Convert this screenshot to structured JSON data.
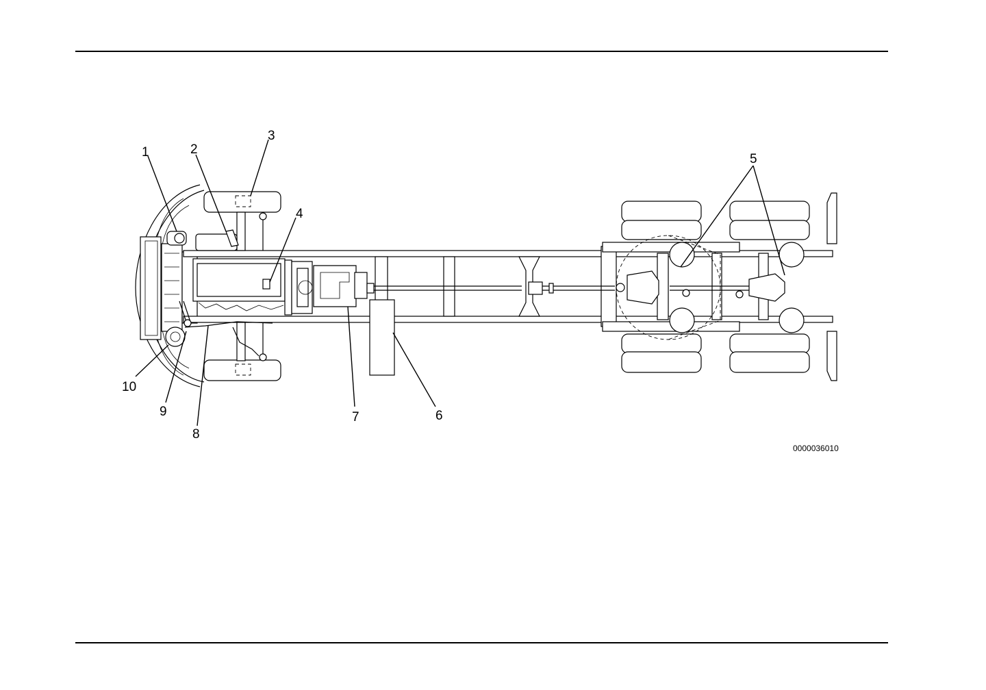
{
  "figure": {
    "id_label": "0000036010",
    "callouts": [
      {
        "id": "1",
        "label": "1"
      },
      {
        "id": "2",
        "label": "2"
      },
      {
        "id": "3",
        "label": "3"
      },
      {
        "id": "4",
        "label": "4"
      },
      {
        "id": "5",
        "label": "5"
      },
      {
        "id": "6",
        "label": "6"
      },
      {
        "id": "7",
        "label": "7"
      },
      {
        "id": "8",
        "label": "8"
      },
      {
        "id": "9",
        "label": "9"
      },
      {
        "id": "10",
        "label": "10"
      }
    ]
  }
}
